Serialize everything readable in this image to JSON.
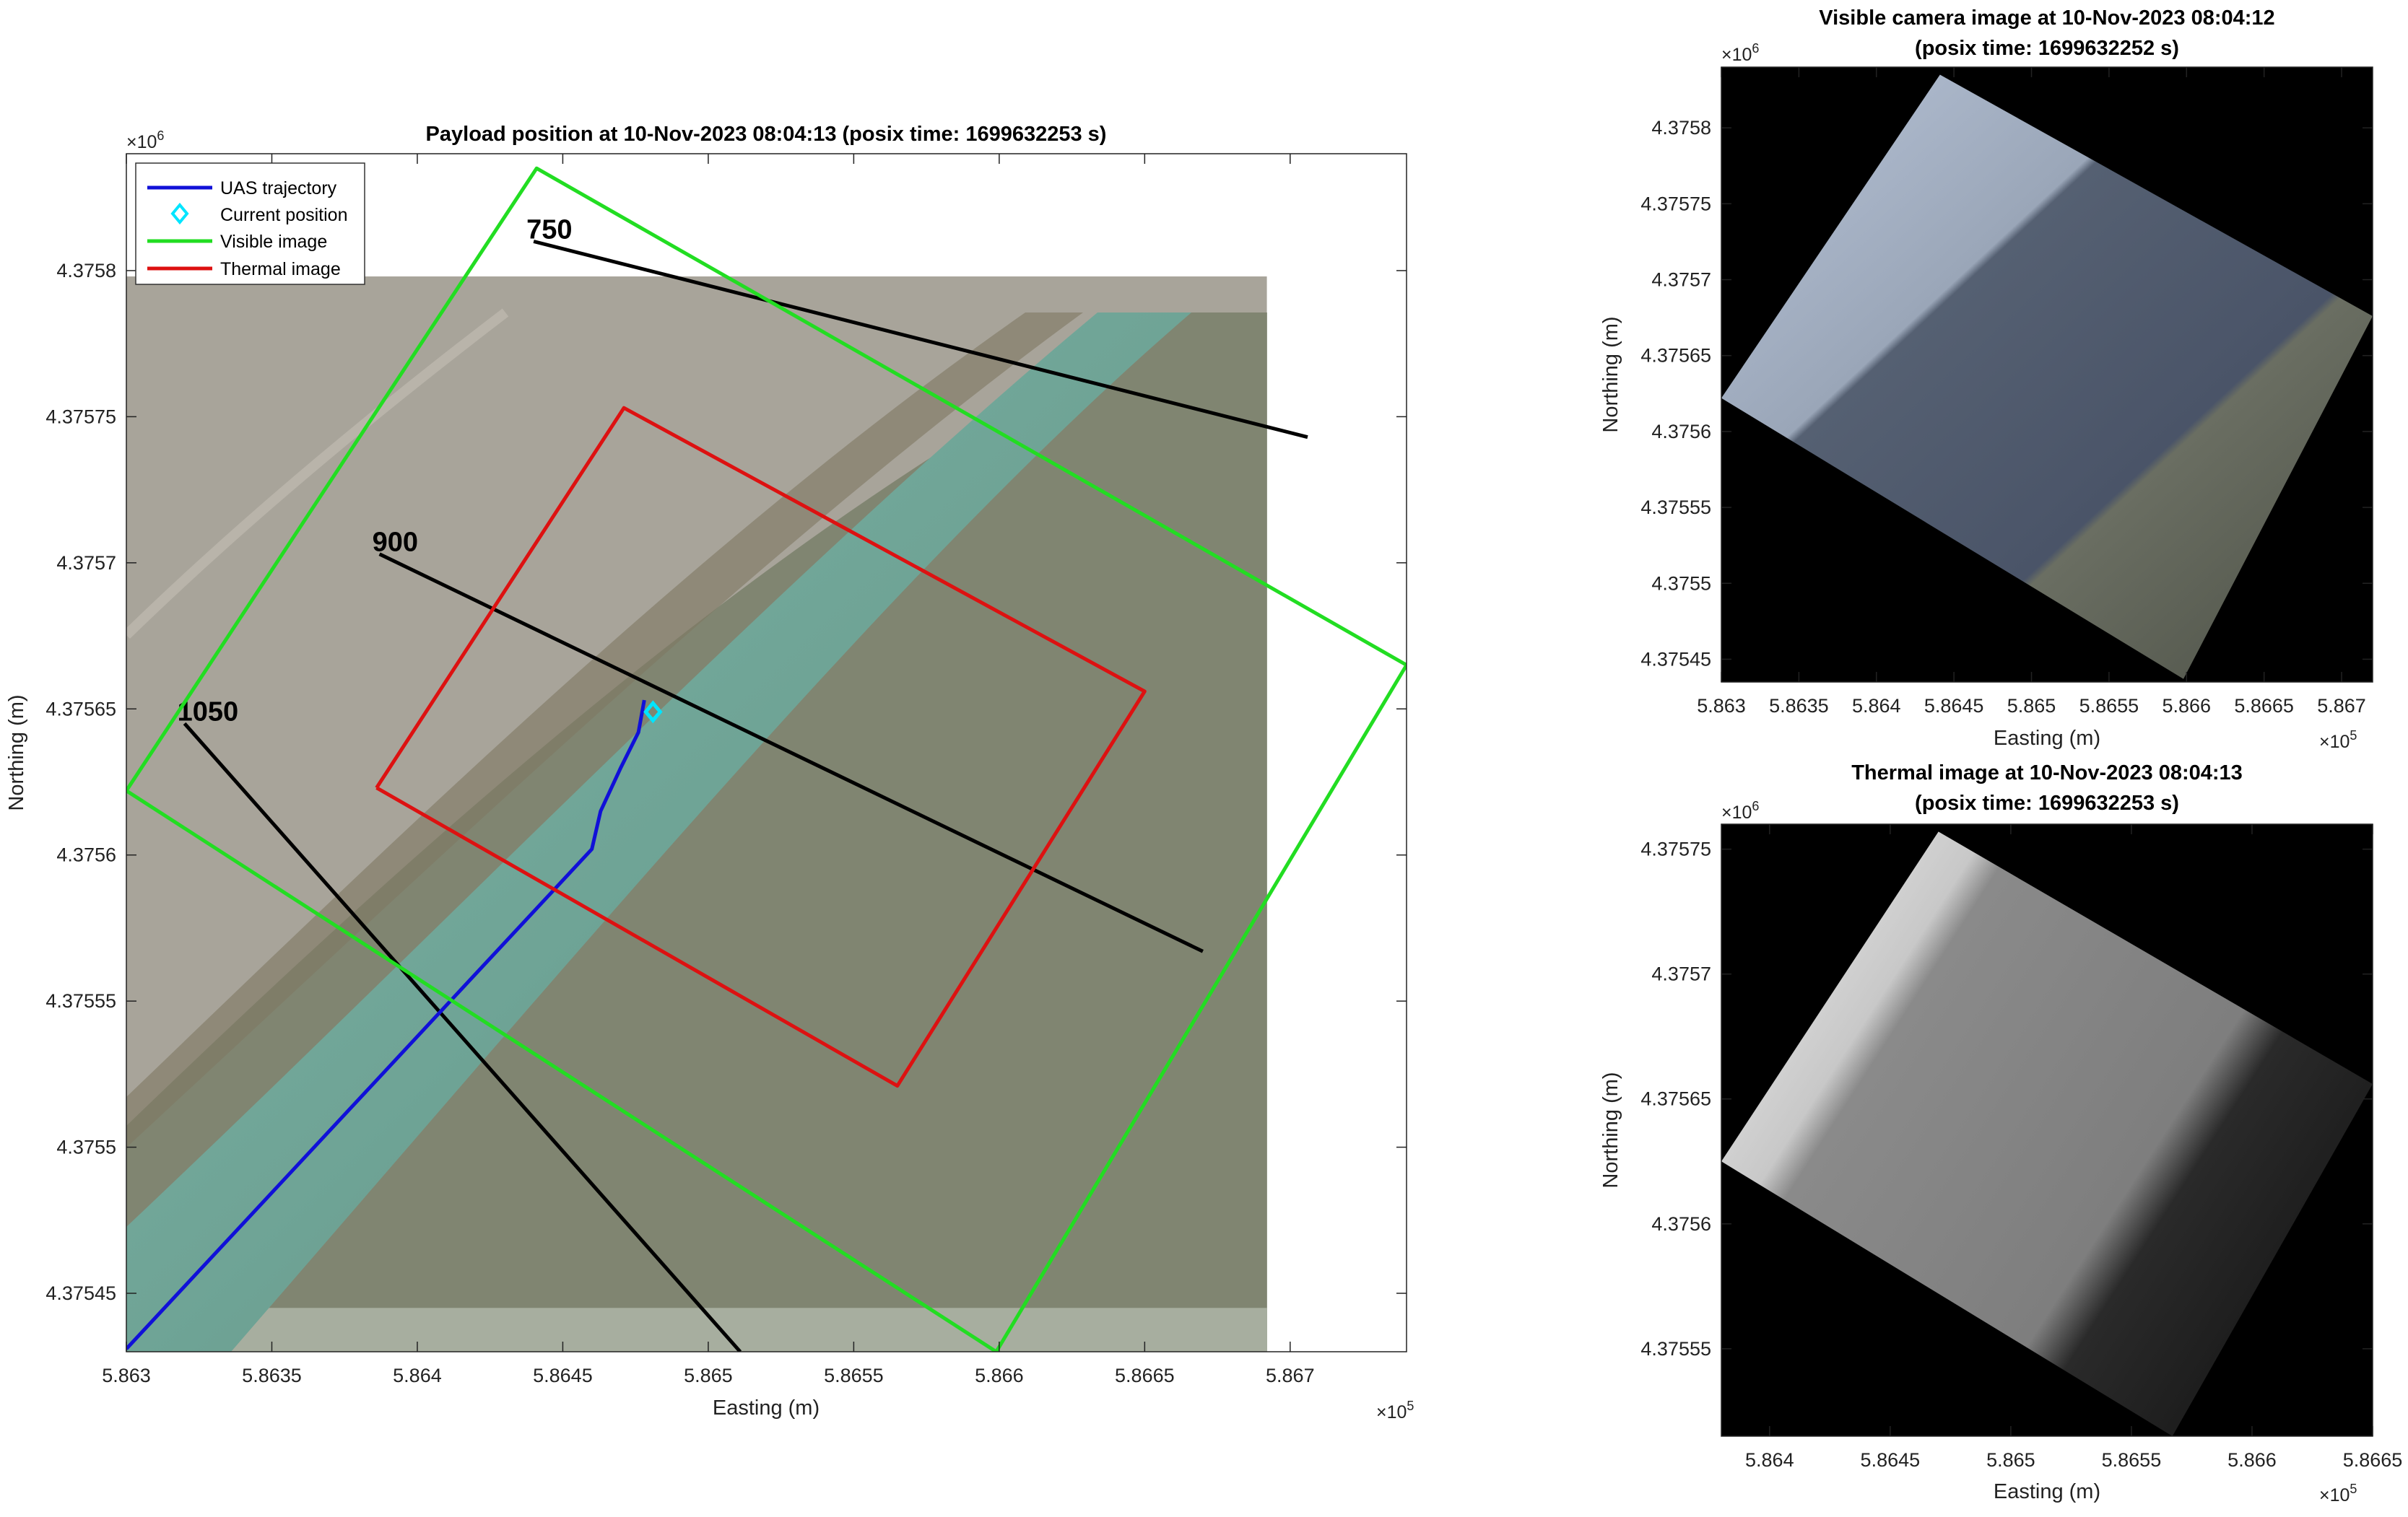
{
  "chart_data": [
    {
      "type": "map-overlay",
      "title": "Payload position at 10-Nov-2023 08:04:13 (posix time: 1699632253 s)",
      "xlabel": "Easting (m)",
      "ylabel": "Northing (m)",
      "x_exponent": "× 10^5",
      "y_exponent": "× 10^6",
      "xlim": [
        586300,
        586740
      ],
      "ylim": [
        4375430,
        4375840
      ],
      "x_ticks": [
        586300,
        586350,
        586400,
        586450,
        586500,
        586550,
        586600,
        586650,
        586700
      ],
      "x_tick_labels": [
        "5.863",
        "5.8635",
        "5.864",
        "5.8645",
        "5.865",
        "5.8655",
        "5.866",
        "5.8665",
        "5.867"
      ],
      "y_ticks": [
        4375450,
        4375500,
        4375550,
        4375600,
        4375650,
        4375700,
        4375750,
        4375800
      ],
      "y_tick_labels": [
        "4.37545",
        "4.3755",
        "4.37555",
        "4.3756",
        "4.37565",
        "4.3757",
        "4.37575",
        "4.3758"
      ],
      "legend_position": "top-left",
      "legend": [
        {
          "label": "UAS trajectory",
          "color": "#1010d8",
          "marker": "line"
        },
        {
          "label": "Current position",
          "color": "#00e5ff",
          "marker": "diamond"
        },
        {
          "label": "Visible image",
          "color": "#22dd22",
          "marker": "line"
        },
        {
          "label": "Thermal image",
          "color": "#dd1111",
          "marker": "line"
        }
      ],
      "series": [
        {
          "name": "UAS trajectory",
          "color": "#1010d8",
          "points": [
            [
              586300,
              4375431
            ],
            [
              586460,
              4375602
            ],
            [
              586463,
              4375615
            ],
            [
              586470,
              4375630
            ],
            [
              586476,
              4375642
            ],
            [
              586478,
              4375653
            ]
          ]
        },
        {
          "name": "Current position",
          "color": "#00e5ff",
          "points": [
            [
              586481,
              4375649
            ]
          ]
        },
        {
          "name": "Visible image",
          "color": "#22dd22",
          "points": [
            [
              586300,
              4375622
            ],
            [
              586441,
              4375835
            ],
            [
              586740,
              4375665
            ],
            [
              586599,
              4375430
            ],
            [
              586300,
              4375622
            ]
          ]
        },
        {
          "name": "Thermal image",
          "color": "#dd1111",
          "points": [
            [
              586386,
              4375623
            ],
            [
              586471,
              4375753
            ],
            [
              586650,
              4375656
            ],
            [
              586565,
              4375521
            ],
            [
              586386,
              4375623
            ]
          ]
        }
      ],
      "contour_lines": [
        {
          "label": "750",
          "color": "#000000",
          "points": [
            [
              586440,
              4375810
            ],
            [
              586706,
              4375743
            ]
          ]
        },
        {
          "label": "900",
          "color": "#000000",
          "points": [
            [
              586387,
              4375703
            ],
            [
              586670,
              4375567
            ]
          ]
        },
        {
          "label": "1050",
          "color": "#000000",
          "points": [
            [
              586320,
              4375645
            ],
            [
              586511,
              4375430
            ]
          ]
        }
      ],
      "image_extent": {
        "x": [
          586300,
          586692
        ],
        "y": [
          4375445,
          4375798
        ]
      }
    },
    {
      "type": "image",
      "title": "Visible camera image at 10-Nov-2023 08:04:12",
      "subtitle": "(posix time: 1699632252 s)",
      "xlabel": "Easting (m)",
      "ylabel": "Northing (m)",
      "x_exponent": "× 10^5",
      "y_exponent": "× 10^6",
      "xlim": [
        586300,
        586720
      ],
      "ylim": [
        4375435,
        4375840
      ],
      "x_ticks": [
        586300,
        586350,
        586400,
        586450,
        586500,
        586550,
        586600,
        586650,
        586700
      ],
      "x_tick_labels": [
        "5.863",
        "5.8635",
        "5.864",
        "5.8645",
        "5.865",
        "5.8655",
        "5.866",
        "5.8665",
        "5.867"
      ],
      "y_ticks": [
        4375450,
        4375500,
        4375550,
        4375600,
        4375650,
        4375700,
        4375750,
        4375800
      ],
      "y_tick_labels": [
        "4.37545",
        "4.3755",
        "4.37555",
        "4.3756",
        "4.37565",
        "4.3757",
        "4.37575",
        "4.3758"
      ],
      "footprint": [
        [
          586300,
          4375622
        ],
        [
          586441,
          4375835
        ],
        [
          586720,
          4375676
        ],
        [
          586598,
          4375437
        ]
      ]
    },
    {
      "type": "image",
      "title": "Thermal image at 10-Nov-2023 08:04:13",
      "subtitle": "(posix time: 1699632253 s)",
      "xlabel": "Easting (m)",
      "ylabel": "Northing (m)",
      "x_exponent": "× 10^5",
      "y_exponent": "× 10^6",
      "xlim": [
        586380,
        586650
      ],
      "ylim": [
        4375515,
        4375760
      ],
      "x_ticks": [
        586400,
        586450,
        586500,
        586550,
        586600,
        586650
      ],
      "x_tick_labels": [
        "5.864",
        "5.8645",
        "5.865",
        "5.8655",
        "5.866",
        "5.8665"
      ],
      "y_ticks": [
        4375550,
        4375600,
        4375650,
        4375700,
        4375750
      ],
      "y_tick_labels": [
        "4.37555",
        "4.3756",
        "4.37565",
        "4.3757",
        "4.37575"
      ],
      "footprint": [
        [
          586380,
          4375625
        ],
        [
          586470,
          4375757
        ],
        [
          586650,
          4375656
        ],
        [
          586567,
          4375515
        ]
      ]
    }
  ]
}
